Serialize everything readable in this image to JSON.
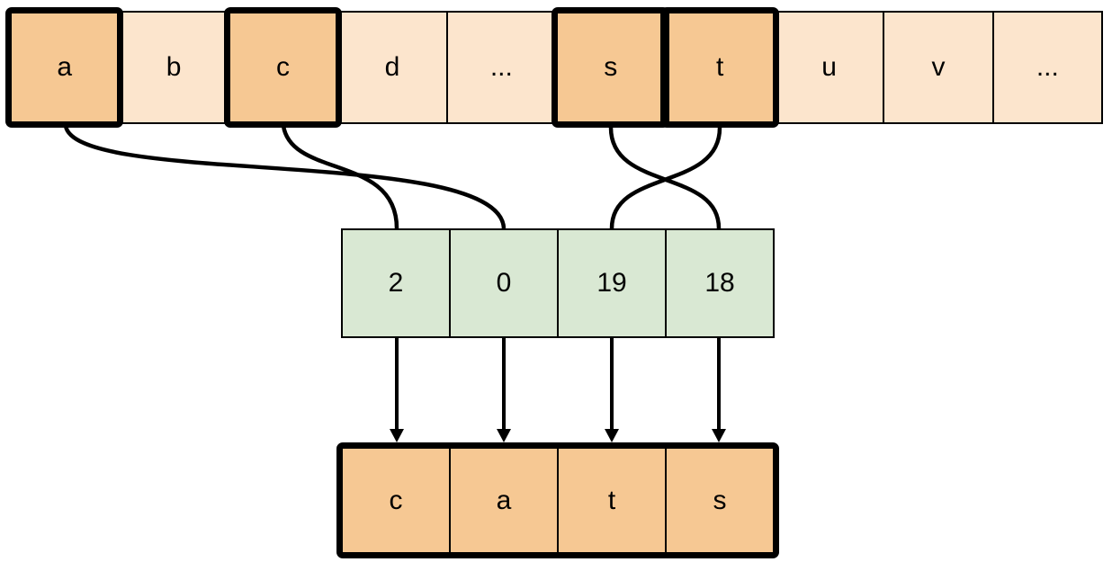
{
  "alphabet_row": {
    "description": "alphabet-array",
    "cells": [
      {
        "label": "a",
        "highlighted": true
      },
      {
        "label": "b",
        "highlighted": false
      },
      {
        "label": "c",
        "highlighted": true
      },
      {
        "label": "d",
        "highlighted": false
      },
      {
        "label": "...",
        "highlighted": false
      },
      {
        "label": "s",
        "highlighted": true
      },
      {
        "label": "t",
        "highlighted": true
      },
      {
        "label": "u",
        "highlighted": false
      },
      {
        "label": "v",
        "highlighted": false
      },
      {
        "label": "...",
        "highlighted": false
      }
    ]
  },
  "index_row": {
    "description": "index-array",
    "cells": [
      {
        "label": "2"
      },
      {
        "label": "0"
      },
      {
        "label": "19"
      },
      {
        "label": "18"
      }
    ]
  },
  "word_row": {
    "description": "output-word",
    "cells": [
      {
        "label": "c"
      },
      {
        "label": "a"
      },
      {
        "label": "t"
      },
      {
        "label": "s"
      }
    ]
  },
  "connections": [
    {
      "from_letter": "a",
      "to_index": "0"
    },
    {
      "from_letter": "c",
      "to_index": "2"
    },
    {
      "from_letter": "s",
      "to_index": "18"
    },
    {
      "from_letter": "t",
      "to_index": "19"
    }
  ],
  "colors": {
    "highlight_fill": "#f6c893",
    "plain_fill": "#fce5cd",
    "index_fill": "#d9e8d3",
    "stroke": "#000000",
    "background": "#ffffff"
  }
}
